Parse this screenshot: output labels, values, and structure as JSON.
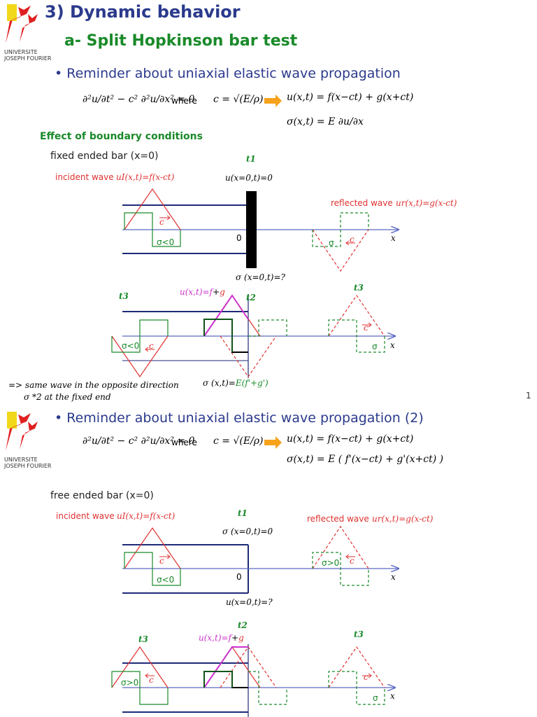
{
  "slide1": {
    "title": "3) Dynamic behavior",
    "subtitle": "a- Split Hopkinson bar test",
    "bullet": "• Reminder about uniaxial elastic wave propagation",
    "eq_wave": "∂²u/∂t² − c² ∂²u/∂x² = 0",
    "where": "where",
    "eq_c": "c = √(E/ρ)",
    "eq_u": "u(x,t) = f(x−ct) + g(x+ct)",
    "eq_sigma": "σ(x,t) = E ∂u/∂x",
    "section": "Effect of boundary conditions",
    "case": "fixed ended bar (x=0)",
    "t1": "t1",
    "u_cond": "u(x=0,t)=0",
    "incident_label": "incident wave",
    "incident_eq": "uI(x,t)=f(x-ct)",
    "reflected_label": "reflected wave",
    "reflected_eq": "ur(x,t)=g(x-ct)",
    "c": "c",
    "sigma_neg": "σ<0",
    "sigma": "σ",
    "zero": "0",
    "x": "x",
    "sigma_cond": "σ (x=0,t)=?",
    "t3": "t3",
    "t2": "t2",
    "sum_label": "u(x,t)=f+g",
    "sigma_sum": "σ (x,t)=E(f'+g')",
    "note1": "=> same wave in the opposite direction",
    "note2": "σ *2 at the fixed end",
    "page": "1"
  },
  "slide2": {
    "bullet": "• Reminder about uniaxial elastic wave propagation (2)",
    "eq_wave": "∂²u/∂t² − c² ∂²u/∂x² = 0",
    "where": "where",
    "eq_c": "c = √(E/ρ)",
    "eq_u": "u(x,t) = f(x−ct) + g(x+ct)",
    "eq_sigma": "σ(x,t) = E ( f'(x−ct) + g'(x+ct) )",
    "case": "free ended bar (x=0)",
    "t1": "t1",
    "incident_label": "incident wave",
    "incident_eq": "uI(x,t)=f(x-ct)",
    "reflected_label": "reflected wave",
    "reflected_eq": "ur(x,t)=g(x-ct)",
    "sigma_cond": "σ (x=0,t)=0",
    "c": "c",
    "sigma_neg": "σ<0",
    "sigma_pos": "σ>0",
    "sigma": "σ",
    "zero": "0",
    "x": "x",
    "u_cond": "u(x=0,t)=?",
    "t2": "t2",
    "t3": "t3",
    "sum_label": "u(x,t)=f+g"
  },
  "logo": {
    "line1": "UNIVERSITE",
    "line2": "JOSEPH FOURIER"
  },
  "colors": {
    "title": "#2b3a8c",
    "green": "#1a8a2a",
    "red": "#e03030",
    "bar": "#1e2a78",
    "magenta": "#cc33cc",
    "arrow": "#f7a21b"
  }
}
